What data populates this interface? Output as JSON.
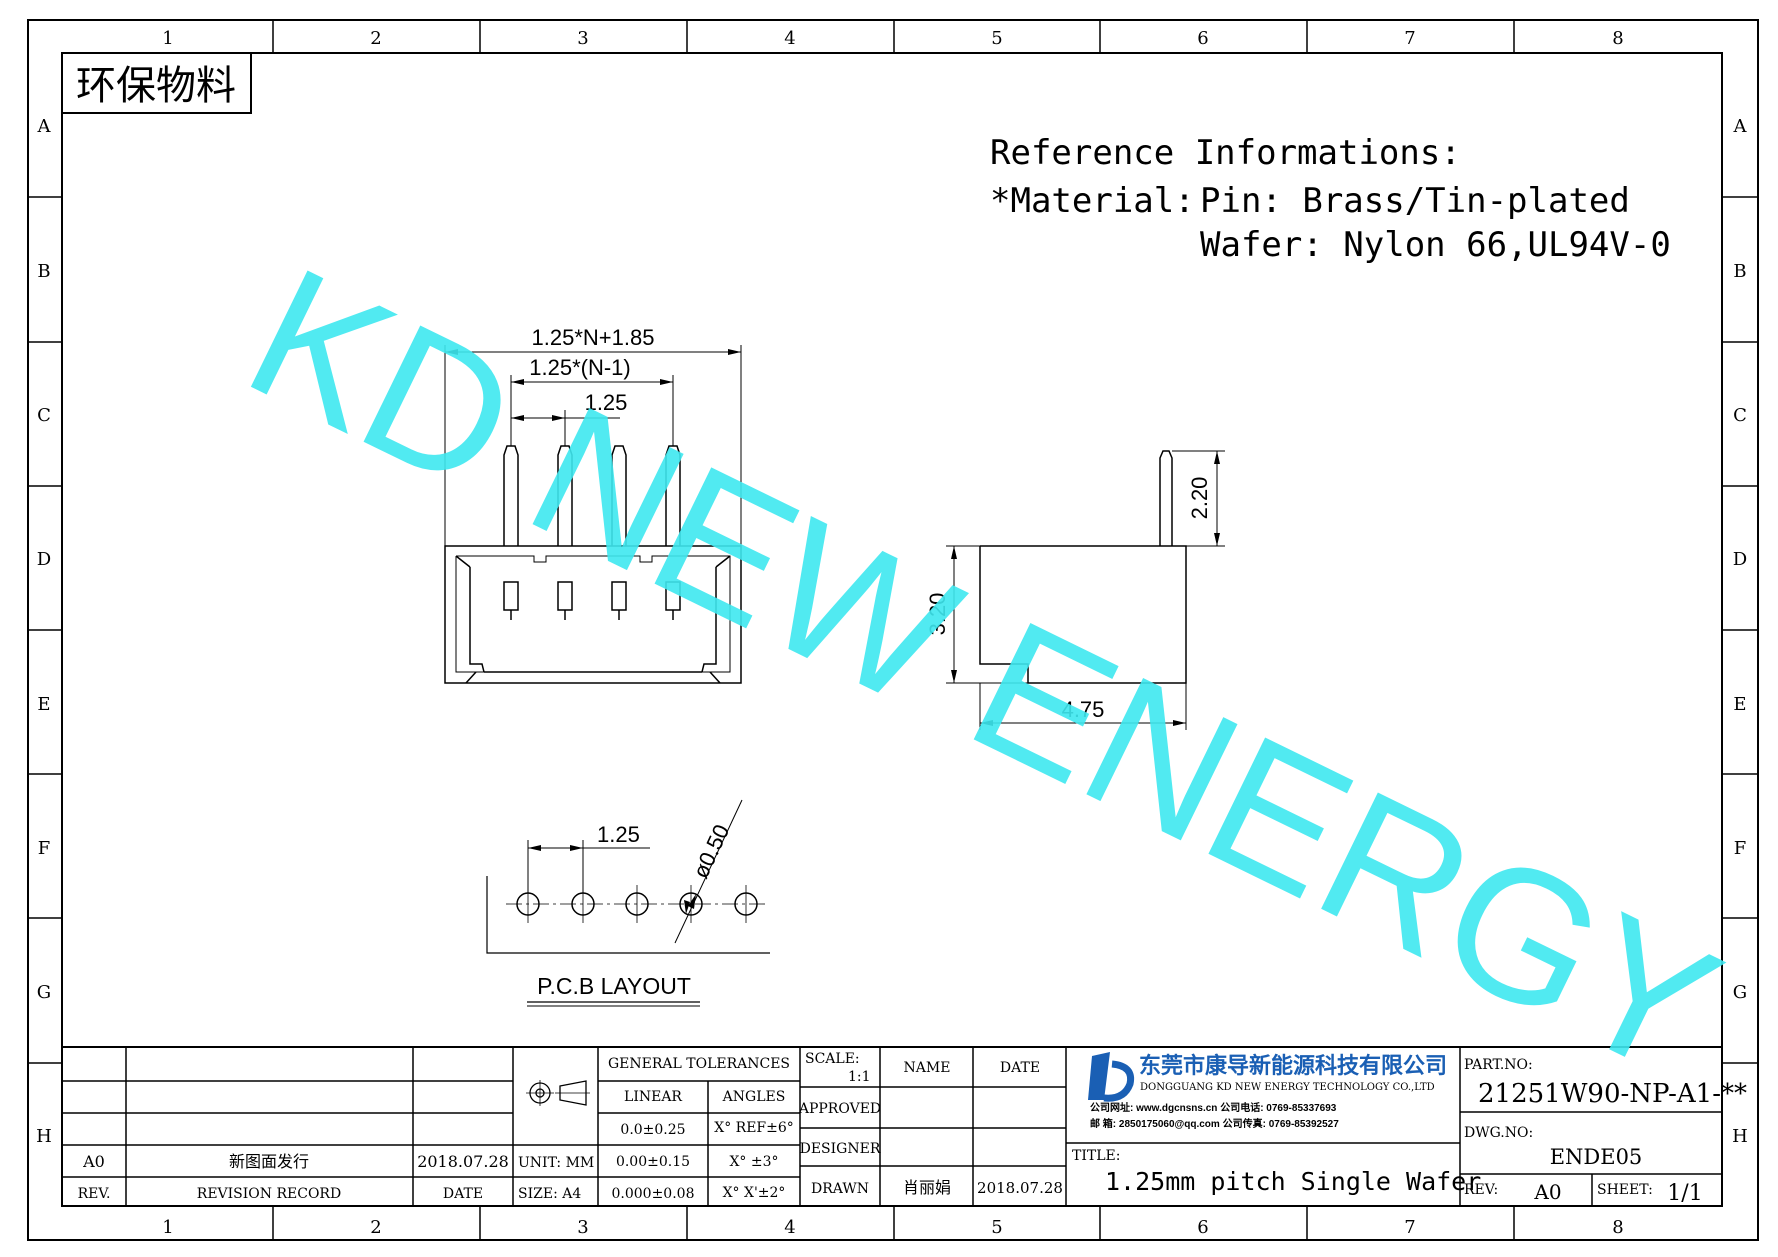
{
  "stamp": "环保物料",
  "watermark": "KD NEW ENERGY",
  "reference": {
    "heading": "Reference Informations:",
    "material_label": "*Material:",
    "pin": "Pin: Brass/Tin-plated",
    "wafer": "Wafer: Nylon 66,UL94V-0"
  },
  "zones": {
    "columns": [
      "1",
      "2",
      "3",
      "4",
      "5",
      "6",
      "7",
      "8"
    ],
    "rows": [
      "A",
      "B",
      "C",
      "D",
      "E",
      "F",
      "G",
      "H"
    ]
  },
  "dims": {
    "overall": "1.25*N+1.85",
    "pitch_n1": "1.25*(N-1)",
    "pitch": "1.25",
    "pin_height": "2.20",
    "body_height": "3.20",
    "body_depth": "4.75",
    "pcb_pitch": "1.25",
    "hole_dia": "ø0.50"
  },
  "pcb_label": "P.C.B  LAYOUT",
  "title_block": {
    "general_tolerances": "GENERAL TOLERANCES",
    "linear": "LINEAR",
    "angles": "ANGLES",
    "tol_rows": [
      {
        "linear": "0.0±0.25",
        "angle": "X° REF±6°"
      },
      {
        "linear": "0.00±0.15",
        "angle": "X°  ±3°"
      },
      {
        "linear": "0.000±0.08",
        "angle": "X° X'±2°"
      }
    ],
    "unit": "UNIT:  MM",
    "size": "SIZE:  A4",
    "scale_label": "SCALE:",
    "scale_value": "1:1",
    "name_hdr": "NAME",
    "date_hdr": "DATE",
    "approved": "APPROVED",
    "designer": "DESIGNER",
    "drawn": "DRAWN",
    "drawn_name": "肖丽娟",
    "drawn_date": "2018.07.28",
    "rev_a0": "A0",
    "rev_record": "新图面发行",
    "rev_date": "2018.07.28",
    "rev_hdr": "REV.",
    "record_hdr": "REVISION RECORD",
    "date_col_hdr": "DATE",
    "company_cn": "东莞市康导新能源科技有限公司",
    "company_en": "DONGGUANG KD NEW ENERGY TECHNOLOGY CO.,LTD",
    "web_line": "公司网址: www.dgcnsns.cn    公司电话: 0769-85337693",
    "mail_line": "邮    箱: 2850175060@qq.com  公司传真: 0769-85392527",
    "title_label": "TITLE:",
    "title": "1.25mm pitch Single Wafer",
    "part_no_label": "PART.NO:",
    "part_no": "21251W90-NP-A1-**",
    "dwg_no_label": "DWG.NO:",
    "dwg_no": "ENDE05",
    "rev_label": "REV:",
    "rev_value": "A0",
    "sheet_label": "SHEET:",
    "sheet_value": "1/1"
  },
  "colors": {
    "watermark": "#3ee8f0",
    "line": "#000000",
    "logo": "#1a5fb4"
  }
}
